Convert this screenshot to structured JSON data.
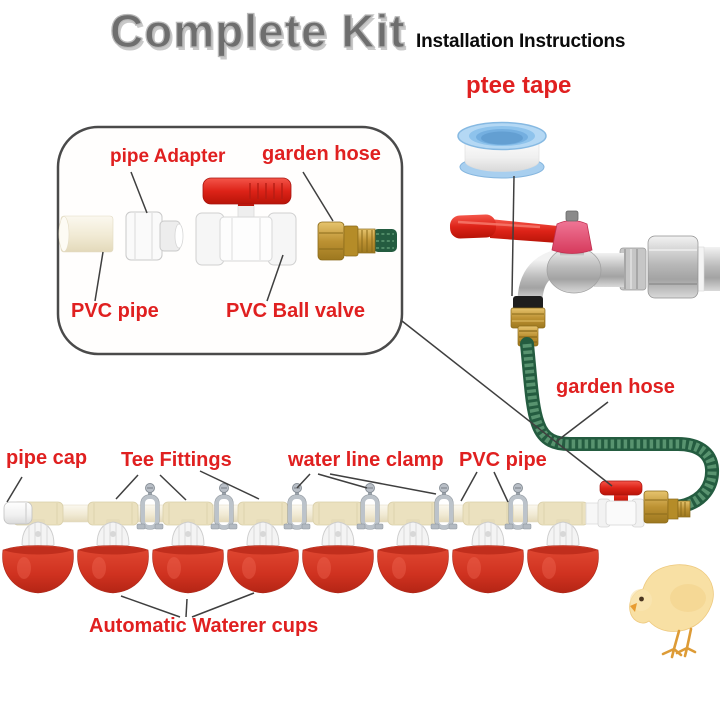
{
  "header": {
    "title": "Complete Kit",
    "subtitle": "Installation Instructions"
  },
  "labels": {
    "ptee_tape": "ptee tape",
    "pipe_adapter": "pipe Adapter",
    "garden_hose_box": "garden hose",
    "pvc_pipe_box": "PVC pipe",
    "pvc_ball_valve": "PVC Ball valve",
    "garden_hose": "garden hose",
    "pipe_cap": "pipe cap",
    "tee_fittings": "Tee Fittings",
    "water_line_clamp": "water line clamp",
    "pvc_pipe": "PVC pipe",
    "automatic_waterer_cups": "Automatic Waterer cups"
  },
  "components": {
    "waterer_cups_count": 8,
    "tee_fittings_count": 8,
    "water_line_clamps_count": 6
  },
  "colors": {
    "label_red": "#e02020",
    "cup_red": "#d63727",
    "handle_red": "#e31f1f",
    "hose_green": "#245c40",
    "pipe_cream": "#f3ecd8",
    "tee_cream": "#ebe1bf",
    "brass_gold": "#c29b3e",
    "tape_blue": "#8ec3ec",
    "chick_yellow": "#f8e0a4"
  }
}
